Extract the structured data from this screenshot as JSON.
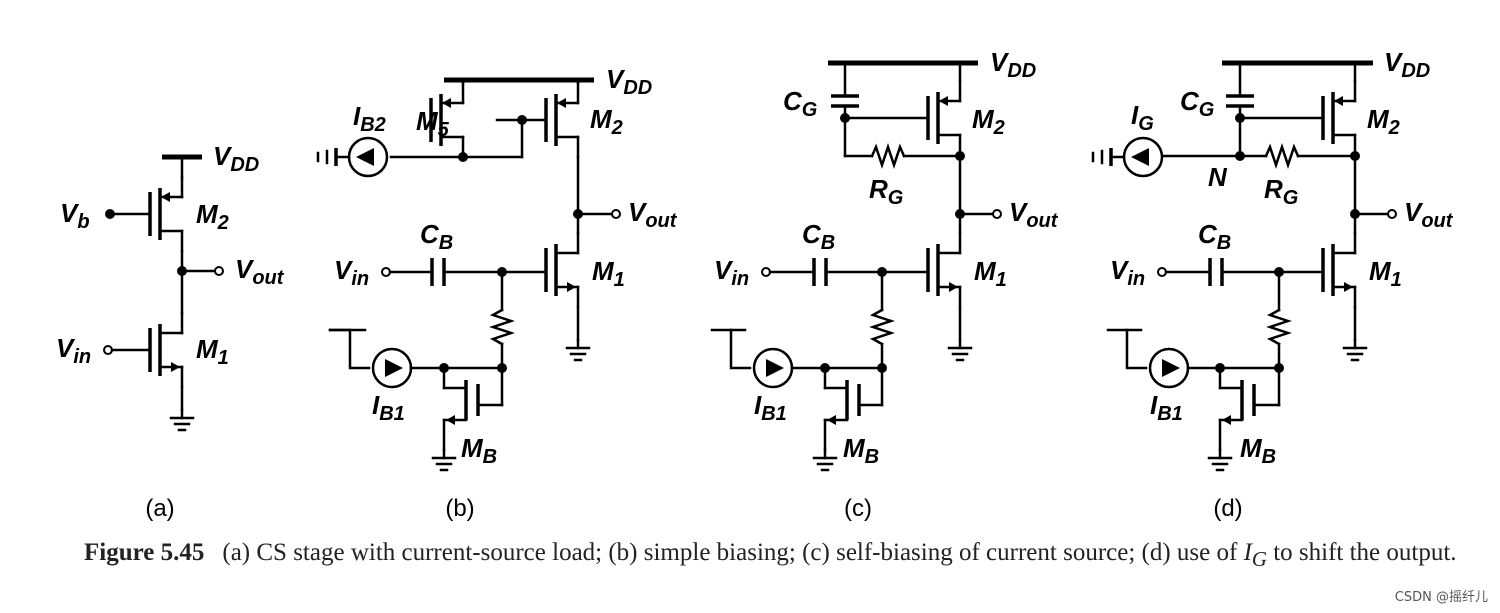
{
  "labels": {
    "vdd": "V",
    "vdd_sub": "DD",
    "vb": "V",
    "vb_sub": "b",
    "vout": "V",
    "vout_sub": "out",
    "vin": "V",
    "vin_sub": "in",
    "m1": "M",
    "m1_sub": "1",
    "m2": "M",
    "m2_sub": "2",
    "m5": "M",
    "m5_sub": "5",
    "mb": "M",
    "mb_sub": "B",
    "cb": "C",
    "cb_sub": "B",
    "cg": "C",
    "cg_sub": "G",
    "rg": "R",
    "rg_sub": "G",
    "ib1": "I",
    "ib1_sub": "B1",
    "ib2": "I",
    "ib2_sub": "B2",
    "ig": "I",
    "ig_sub": "G",
    "n": "N"
  },
  "panels": [
    "(a)",
    "(b)",
    "(c)",
    "(d)"
  ],
  "caption": {
    "number": "Figure 5.45",
    "text": "(a) CS stage with current-source load; (b) simple biasing; (c) self-biasing of current source; (d) use of",
    "ig_symbol": "I",
    "ig_sub": "G",
    "tail": " to shift the output."
  },
  "watermark": "CSDN @摇纤儿"
}
